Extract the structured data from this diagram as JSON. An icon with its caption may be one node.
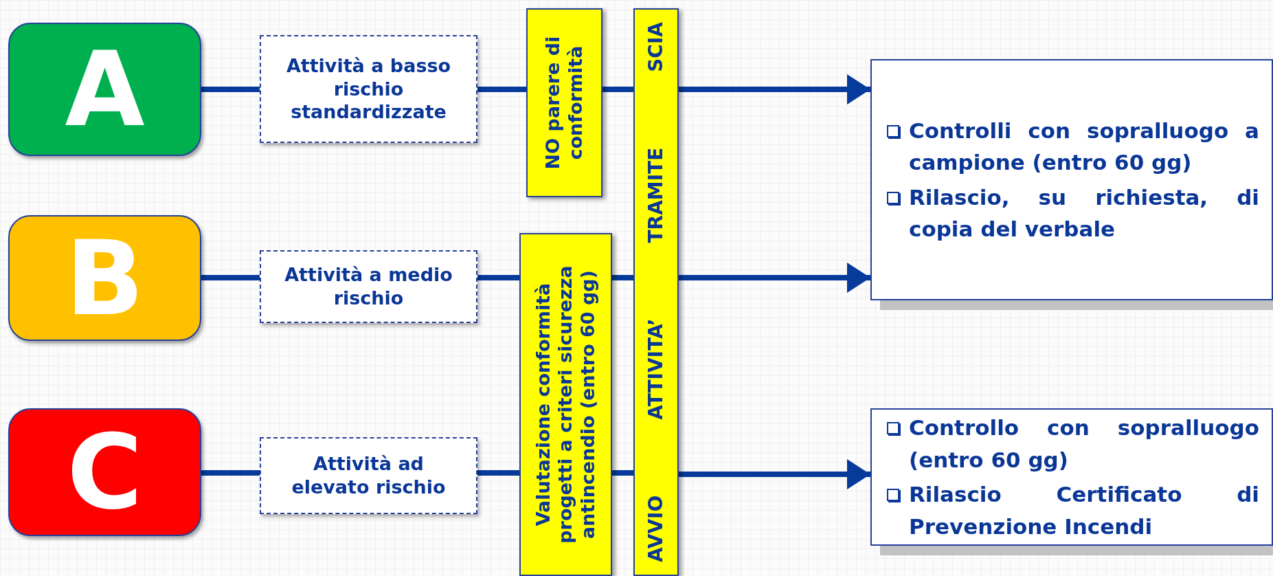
{
  "diagram": {
    "nodes": [
      {
        "text": [
          "A"
        ]
      },
      {
        "text": [
          "Attività a basso rischio standardizzate"
        ]
      },
      {
        "text": [
          "B"
        ]
      },
      {
        "text": [
          "Attività a medio rischio"
        ]
      },
      {
        "text": [
          "C"
        ]
      },
      {
        "text": [
          "Attività ad elevato rischio"
        ]
      },
      {
        "text": [
          "NO parere di conformità"
        ]
      },
      {
        "text": [
          "Valutazione conformità progetti a criteri sicurezza antincendio (entro 60 gg)"
        ]
      },
      {
        "text": [
          "AVVIO ATTIVITA’ TRAMITE SCIA"
        ]
      },
      {
        "text": [
          "Controlli con sopralluogo a campione (entro 60 gg)",
          "Rilascio, su richiesta, di copia del verbale"
        ]
      },
      {
        "text": [
          "Controllo con sopralluogo (entro 60 gg)",
          "Rilascio Certificato di Prevenzione Incendi"
        ]
      }
    ],
    "edges": [
      {
        "from": 0,
        "to": 1,
        "arrow": "none"
      },
      {
        "from": 1,
        "to": 6,
        "arrow": "none"
      },
      {
        "from": 6,
        "to": 8,
        "arrow": "none"
      },
      {
        "from": 8,
        "to": 9,
        "arrow": "to"
      },
      {
        "from": 2,
        "to": 3,
        "arrow": "none"
      },
      {
        "from": 3,
        "to": 7,
        "arrow": "none"
      },
      {
        "from": 7,
        "to": 8,
        "arrow": "none"
      },
      {
        "from": 8,
        "to": 9,
        "arrow": "to"
      },
      {
        "from": 4,
        "to": 5,
        "arrow": "none"
      },
      {
        "from": 5,
        "to": 7,
        "arrow": "none"
      },
      {
        "from": 7,
        "to": 8,
        "arrow": "none"
      },
      {
        "from": 8,
        "to": 10,
        "arrow": "to"
      }
    ]
  }
}
